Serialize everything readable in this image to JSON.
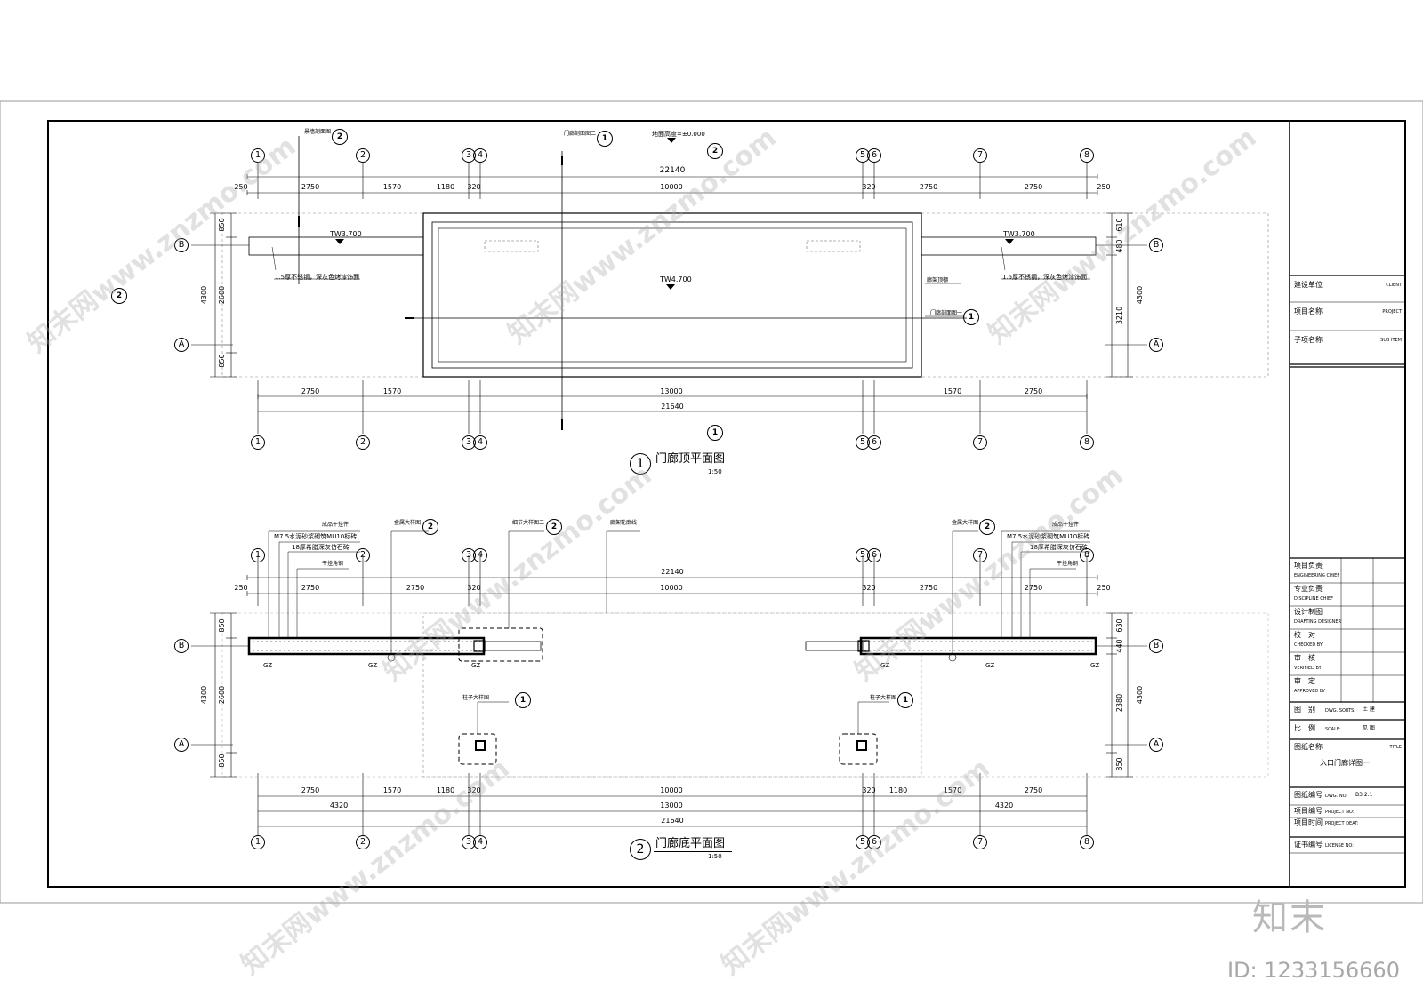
{
  "plan1": {
    "title_num": "1",
    "title": "门廊顶平面图",
    "scale": "1:50",
    "axes_top": [
      "1",
      "2",
      "3",
      "4",
      "5",
      "6",
      "7",
      "8"
    ],
    "dim_total_top": "22140",
    "dims_top": [
      "250",
      "2750",
      "1570",
      "1180",
      "320",
      "10000",
      "320",
      "2750",
      "2750",
      "250"
    ],
    "dims_bottom": [
      "2750",
      "1570",
      "13000",
      "1570",
      "2750"
    ],
    "dim_total_bottom": "21640",
    "left_dims": [
      "850",
      "2600",
      "850"
    ],
    "left_total": "4300",
    "right_dims": [
      "610",
      "480",
      "3210"
    ],
    "right_total": "4300",
    "row_b": "B",
    "row_a": "A",
    "elev_left": "TW3.700",
    "elev_right": "TW3.700",
    "elev_center": "TW4.700",
    "note_left": "1.5厚不锈钢，深灰色烤漆饰面",
    "note_right": "1.5厚不锈钢，深灰色烤漆饰面",
    "note_top_left": "景墙剖面图",
    "note_top_mid": "门廊剖面图二",
    "note_ground": "地面高度=±0.000",
    "note_roof": "廊架顶棚",
    "note_section1": "门廊剖面图一",
    "sym_top_left_num": "2",
    "sym_top_mid_num": "1",
    "sym_top_right_num": "2",
    "sym_left_num": "2",
    "sym_section1_num": "1",
    "sym_bottom_num": "1"
  },
  "plan2": {
    "title_num": "2",
    "title": "门廊底平面图",
    "scale": "1:50",
    "axes": [
      "1",
      "2",
      "3",
      "4",
      "5",
      "6",
      "7",
      "8"
    ],
    "dim_total_top": "22140",
    "dims_top": [
      "250",
      "2750",
      "2750",
      "320",
      "10000",
      "320",
      "2750",
      "2750",
      "250"
    ],
    "dims_bottom1": [
      "2750",
      "1570",
      "1180",
      "320",
      "10000",
      "320",
      "1180",
      "1570",
      "2750"
    ],
    "dims_bottom2": [
      "4320",
      "13000",
      "4320"
    ],
    "dim_total_bottom": "21640",
    "left_dims": [
      "850",
      "2600",
      "850"
    ],
    "left_total": "4300",
    "right_dims": [
      "630",
      "440",
      "2380",
      "850"
    ],
    "right_total": "4300",
    "row_b": "B",
    "row_a": "A",
    "gz": "GZ",
    "note_finish_left": "成品干挂件",
    "note_mortar_left": "M7.5水泥砂浆砌筑MU10标砖",
    "note_stone_left": "18厚希腊深灰仿石砖",
    "note_steel_left": "干挂角钢",
    "note_metal_left": "金属大样图",
    "note_detail": "细节大样图二",
    "note_outline": "廊架轮廓线",
    "note_metal_right": "金属大样图",
    "note_finish_right": "成品干挂件",
    "note_mortar_right": "M7.5水泥砂浆砌筑MU10标砖",
    "note_stone_right": "18厚希腊深灰仿石砖",
    "note_steel_right": "干挂角钢",
    "note_column_left": "柱子大样图",
    "note_column_right": "柱子大样图",
    "sym_metal_left_num": "2",
    "sym_detail_num": "2",
    "sym_metal_right_num": "2",
    "sym_column_left_num": "1",
    "sym_column_right_num": "1"
  },
  "titleblock": {
    "client_cn": "建设单位",
    "client_en": "CLIENT",
    "project_cn": "项目名称",
    "project_en": "PROJECT",
    "subitem_cn": "子项名称",
    "subitem_en": "SUB ITEM",
    "eng_chief_cn": "项目负责",
    "eng_chief_en": "ENGINEERING CHIEF",
    "disc_chief_cn": "专业负责",
    "disc_chief_en": "DISCIPLINE CHIEF",
    "drafting_cn": "设计制图",
    "drafting_en": "DRAFTING DESIGNER",
    "checked_cn": "校　对",
    "checked_en": "CHECKED BY",
    "verified_cn": "审　核",
    "verified_en": "VERIFIED BY",
    "approved_cn": "审　定",
    "approved_en": "APPROVED BY",
    "sorts_cn": "图　别",
    "sorts_en": "DWG. SORTS:",
    "sorts_val": "土 建",
    "scale_cn": "比　例",
    "scale_en": "SCALE:",
    "scale_val": "见 图",
    "title_cn": "图纸名称",
    "title_en": "TITLE",
    "title_val": "入口门廊详图一",
    "dwgno_cn": "图纸编号",
    "dwgno_en": "DWG. NO:",
    "dwgno_val": "B3.2.1",
    "projno_cn": "项目编号",
    "projno_en": "PROJECT NO:",
    "projdate_cn": "项目时间",
    "projdate_en": "PROJECT DEAT:",
    "license_cn": "证书编号",
    "license_en": "LICENSE NO:"
  },
  "watermark": {
    "logo": "知末",
    "id": "ID: 1233156660",
    "site": "知末网www.znzmo.com"
  }
}
